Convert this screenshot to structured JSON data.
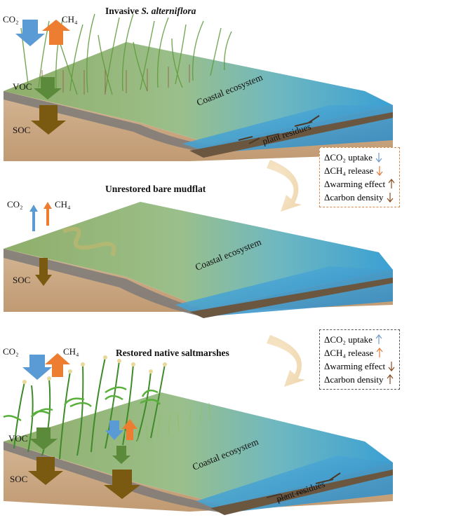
{
  "panels": [
    {
      "title_prefix": "Invasive ",
      "title_italic": "S. alterniflora",
      "gas_labels": {
        "co2": "CO₂",
        "ch4": "CH₄",
        "voc": "VOC",
        "soc": "SOC"
      },
      "ecosystem_label": "Coastal ecosystem",
      "residue_label": "plant residues"
    },
    {
      "title": "Unrestored bare mudflat",
      "gas_labels": {
        "co2": "CO₂",
        "ch4": "CH₄",
        "soc": "SOC"
      },
      "ecosystem_label": "Coastal ecosystem"
    },
    {
      "title": "Restored native saltmarshes",
      "gas_labels": {
        "co2": "CO₂",
        "ch4": "CH₄",
        "voc": "VOC",
        "soc": "SOC"
      },
      "ecosystem_label": "Coastal ecosystem",
      "residue_label": "plant residues"
    }
  ],
  "change_boxes": [
    {
      "border_color": "#d9894a",
      "items": [
        {
          "label": "ΔCO₂ uptake",
          "direction": "down",
          "color": "#6f9bc8"
        },
        {
          "label": "ΔCH₄ release",
          "direction": "down",
          "color": "#e07b3c"
        },
        {
          "label": "Δwarming effect",
          "direction": "up",
          "color": "#8b4a1c"
        },
        {
          "label": "Δcarbon density",
          "direction": "down",
          "color": "#8b4a1c"
        }
      ]
    },
    {
      "border_color": "#555555",
      "items": [
        {
          "label": "ΔCO₂ uptake",
          "direction": "up",
          "color": "#6f9bc8"
        },
        {
          "label": "ΔCH₄ release",
          "direction": "up",
          "color": "#e07b3c"
        },
        {
          "label": "Δwarming effect",
          "direction": "down",
          "color": "#8b4a1c"
        },
        {
          "label": "Δcarbon density",
          "direction": "up",
          "color": "#8b4a1c"
        }
      ]
    }
  ],
  "colors": {
    "co2_arrow": "#5b9bd5",
    "ch4_arrow": "#ed7d31",
    "voc_arrow": "#5a8a3a",
    "soc_arrow": "#7a5a10",
    "water": "#4aa8d0",
    "flat_top": "#9bb88a",
    "soil": "#c9a884",
    "transition_arrow": "#f3e2c2"
  }
}
